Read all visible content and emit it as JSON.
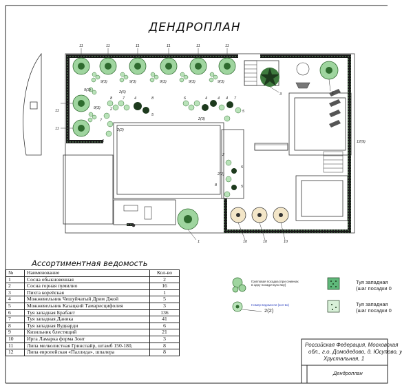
{
  "title": "ДЕНДРОПЛАН",
  "legend_title": "Ассортиментная ведомость",
  "table": {
    "headers": [
      "№",
      "Наименование",
      "Кол-во"
    ],
    "rows": [
      [
        "1",
        "Сосна обыкновенная",
        "2"
      ],
      [
        "2",
        "Сосна горная пумилио",
        "16"
      ],
      [
        "3",
        "Пихта корейская",
        "1"
      ],
      [
        "4",
        "Можжевельник Чешуйчатый Дрим Джой",
        "5"
      ],
      [
        "5",
        "Можжевельник Казацкий Тамарисцифолия",
        "3"
      ],
      [
        "6",
        "Туя западная  Брабант",
        "136"
      ],
      [
        "7",
        "Туя западная Даника",
        "41"
      ],
      [
        "8",
        "Туя западная Вудварди",
        "6"
      ],
      [
        "9",
        "Кизильник блестящий",
        "21"
      ],
      [
        "10",
        "Ирга Ламарка форма Зонт",
        "3"
      ],
      [
        "11",
        "Липа мелколистная Гринспайр, штамб 150-180,",
        "8"
      ],
      [
        "12",
        "Липа европейская «Паллида», шпалера",
        "8"
      ]
    ]
  },
  "symbols": {
    "group_note": "Групповая посадка (при семенах в одну посадочную яму)",
    "number_note": "Номер ведомости (кол-во)",
    "number_example": "2(2)",
    "brabant": "Туя западная",
    "brabant_note": "(шаг посадки 0",
    "danika": "Туя западная",
    "danika_note": "(шаг посадки 0"
  },
  "stamp": {
    "address_1": "Российская Федерация, Московская",
    "address_2": "обл., г.о. Домодедово, д. Юсупово, у",
    "address_3": "Хрустальная, 1",
    "sheet_name": "Дендроплан"
  },
  "plan_labels": {
    "l11": "11",
    "l9_3": "9(3)",
    "l2_6": "2(6)",
    "l2_2": "2(2)",
    "l2_3": "2(3)",
    "l12_9": "12(9)",
    "n1": "1",
    "n2": "2",
    "n3": "3",
    "n4": "4",
    "n5": "5",
    "n6": "6",
    "n7": "7",
    "n8": "8",
    "n10": "10"
  },
  "colors": {
    "hedge": "#1a1a1a",
    "tree_green": "#9fd59f",
    "tree_dark": "#2e6b2e",
    "shrub_dark": "#1d3a1d",
    "line": "#222222",
    "blue_text": "#2a3fbf"
  }
}
